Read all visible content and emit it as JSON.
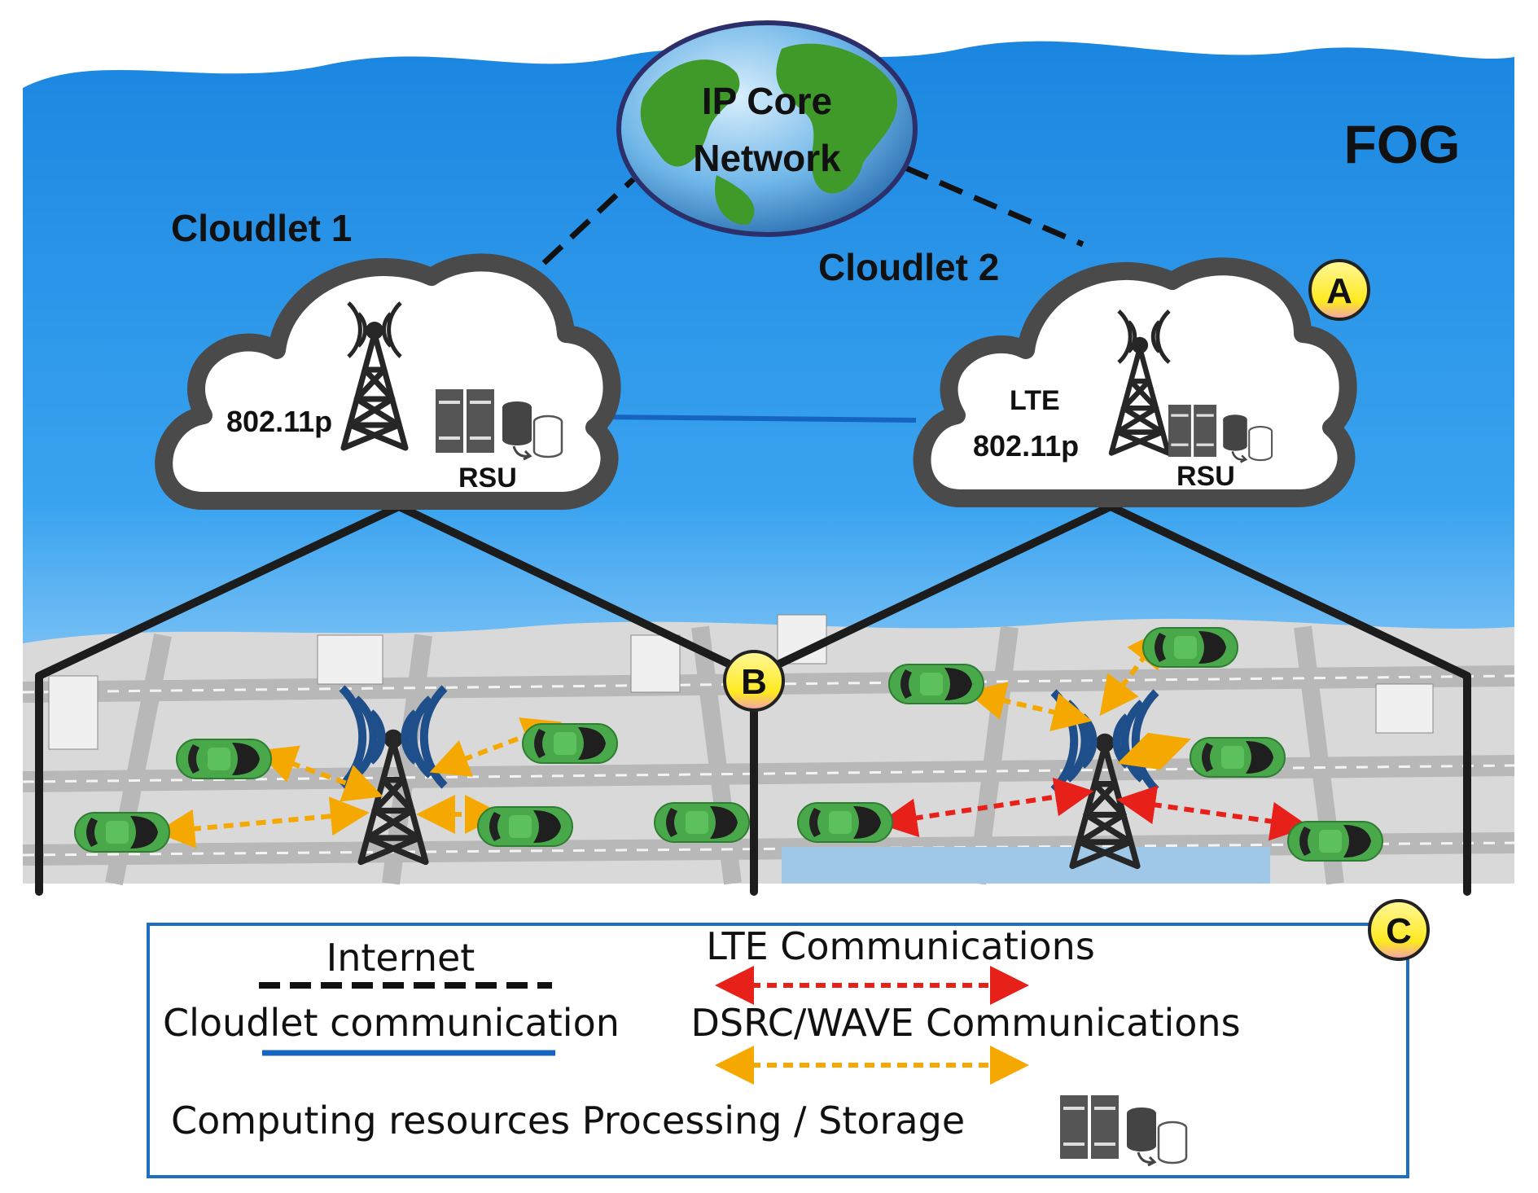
{
  "core": {
    "line1": "IP Core",
    "line2": "Network"
  },
  "fog_label": "FOG",
  "cloudlet1": {
    "title": "Cloudlet 1",
    "radio": "802.11p",
    "rsu": "RSU"
  },
  "cloudlet2": {
    "title": "Cloudlet 2",
    "radio_top": "LTE",
    "radio": "802.11p",
    "rsu": "RSU"
  },
  "badges": {
    "a": "A",
    "b": "B",
    "c": "C"
  },
  "legend": {
    "internet": "Internet",
    "cloudlet_comm": "Cloudlet communication",
    "lte": "LTE Communications",
    "dsrc": "DSRC/WAVE Communications",
    "computing": "Computing resources Processing / Storage"
  },
  "colors": {
    "sky": "#1f8fe6",
    "cloud_outline": "#4a4a4a",
    "cloudlet_link": "#1565c0",
    "internet_dash": "#111111",
    "lte_arrow": "#e8201a",
    "dsrc_arrow": "#f5a800",
    "car": "#4caf50",
    "badge": "#ffee3a",
    "legend_border": "#1e6fc4"
  },
  "icons": [
    "globe-icon",
    "cloud-icon",
    "tower-icon",
    "server-icon",
    "database-icon",
    "car-icon"
  ]
}
